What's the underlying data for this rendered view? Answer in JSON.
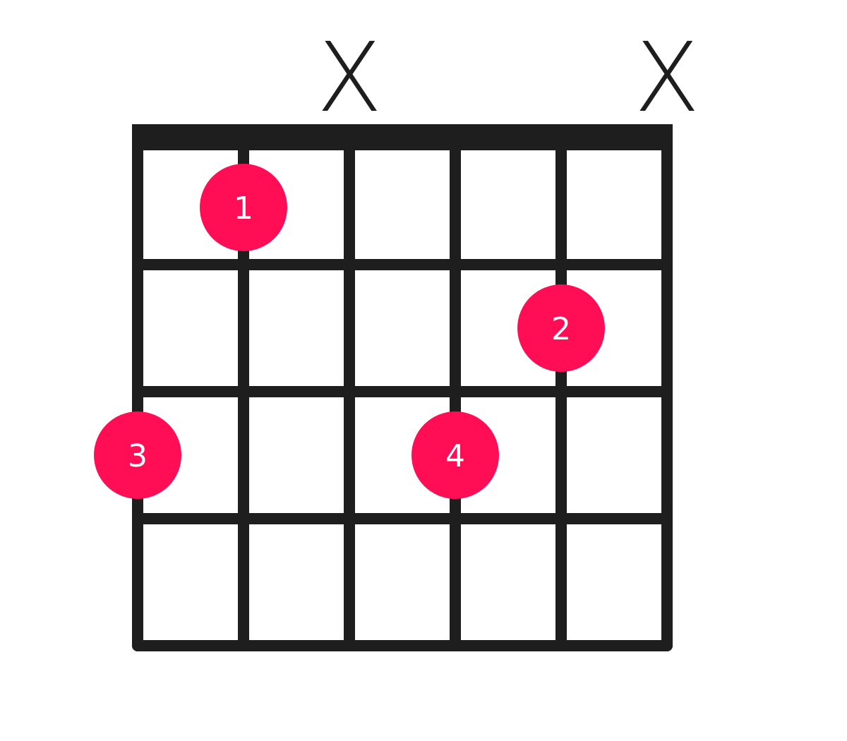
{
  "diagram": {
    "num_strings": 6,
    "num_frets": 4,
    "string_markers": [
      {
        "string": 1,
        "marker": ""
      },
      {
        "string": 2,
        "marker": ""
      },
      {
        "string": 3,
        "marker": "X"
      },
      {
        "string": 4,
        "marker": ""
      },
      {
        "string": 5,
        "marker": ""
      },
      {
        "string": 6,
        "marker": "X"
      }
    ],
    "fingers": [
      {
        "string": 2,
        "fret": 1,
        "label": "1"
      },
      {
        "string": 5,
        "fret": 2,
        "label": "2"
      },
      {
        "string": 1,
        "fret": 3,
        "label": "3"
      },
      {
        "string": 4,
        "fret": 3,
        "label": "4"
      }
    ],
    "colors": {
      "grid": "#1e1e1f",
      "dot": "#ff0e55",
      "dot_text": "#ffffff",
      "background": "#ffffff"
    }
  }
}
